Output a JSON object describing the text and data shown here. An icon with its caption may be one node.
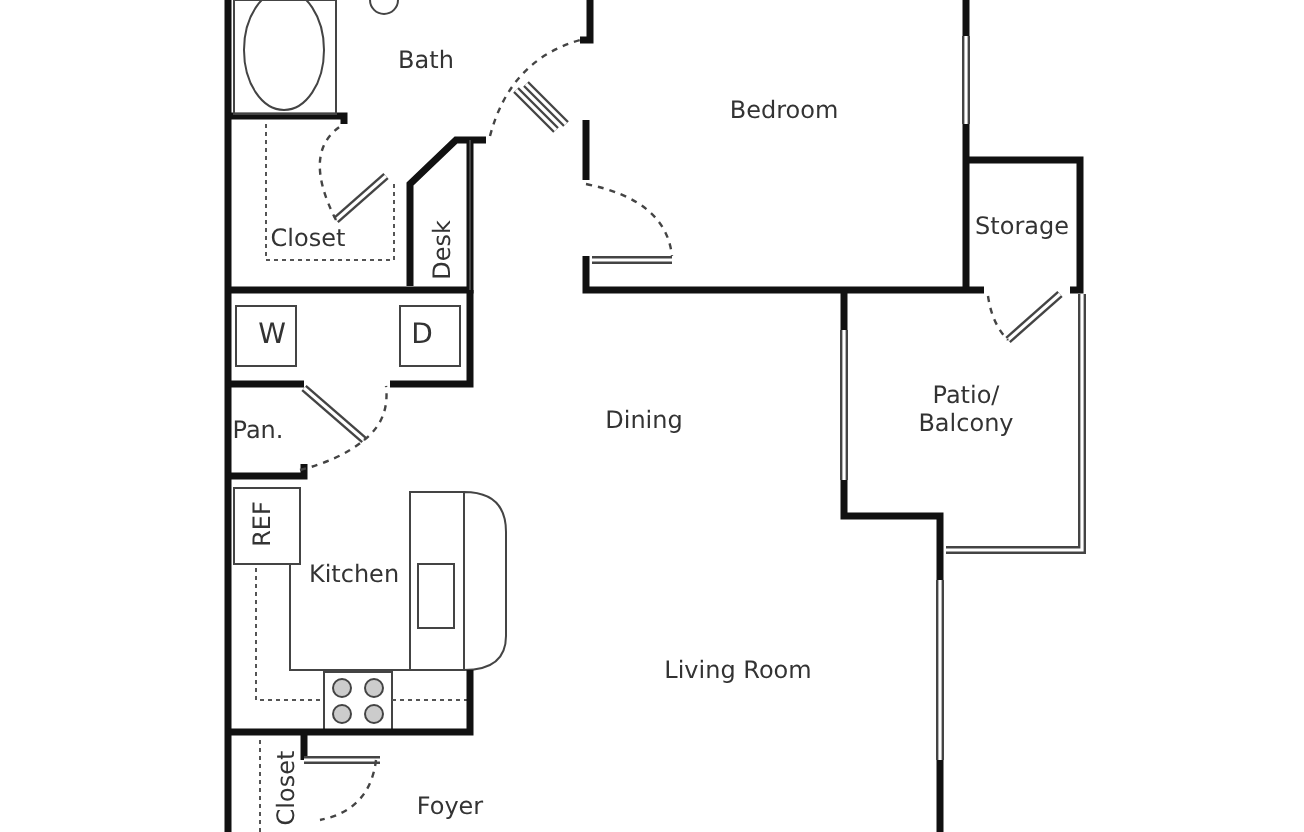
{
  "diagram": {
    "labels": [
      "Bath",
      "Bedroom",
      "Closet",
      "Desk",
      "Storage",
      "W",
      "D",
      "Pan.",
      "Dining",
      "Patio/ Balcony",
      "REF",
      "Kitchen",
      "Living Room",
      "Closet",
      "Foyer"
    ]
  }
}
